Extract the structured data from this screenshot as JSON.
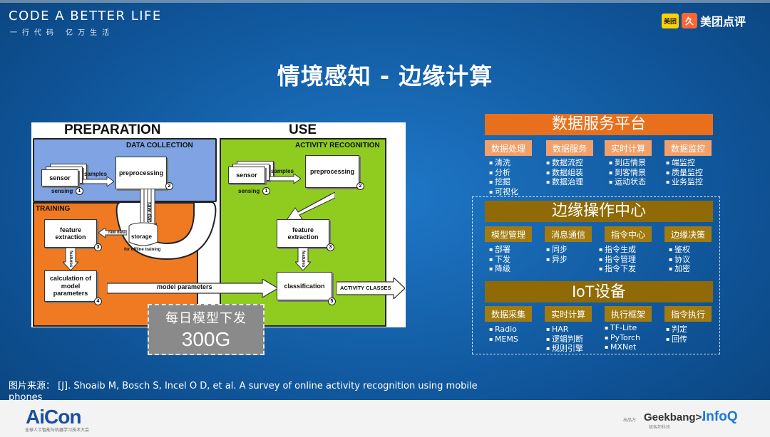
{
  "header": {
    "brand_title": "CODE A BETTER LIFE",
    "brand_sub": "一行代码 亿万生活",
    "logo_badge": "美团",
    "logo_badge2": "久",
    "logo_text": "美团点评"
  },
  "title": "情境感知 - 边缘计算",
  "diagram": {
    "preparation": "PREPARATION",
    "use": "USE",
    "data_collection": "DATA COLLECTION",
    "activity_recognition": "ACTIVITY RECOGNITION",
    "training": "TRAINING",
    "sensor": "sensor",
    "samples": "samples",
    "preprocessing": "preprocessing",
    "sensing": "sensing",
    "raw_data": "raw data",
    "storage": "storage",
    "for_offline": "for offline training",
    "feature_extraction": "feature extraction",
    "features": "features",
    "calculation": "calculation of model parameters",
    "model_parameters": "model parameters",
    "classification": "classification",
    "activity_classes": "ACTIVITY CLASSES",
    "n1": "1",
    "n2": "2",
    "n3": "3",
    "n4": "4",
    "n5": "5"
  },
  "download": {
    "line1": "每日模型下发",
    "line2": "300G"
  },
  "architecture": {
    "platform": "数据服务平台",
    "platform_cats": [
      {
        "label": "数据处理",
        "items": [
          "清洗",
          "分析",
          "挖掘",
          "可视化"
        ]
      },
      {
        "label": "数据服务",
        "items": [
          "数据流控",
          "数据组装",
          "数据治理"
        ]
      },
      {
        "label": "实时计算",
        "items": [
          "到店情景",
          "到客情景",
          "运动状态"
        ]
      },
      {
        "label": "数据监控",
        "items": [
          "端监控",
          "质量监控",
          "业务监控"
        ]
      }
    ],
    "edge": "边缘操作中心",
    "edge_cats": [
      {
        "label": "模型管理",
        "items": [
          "部署",
          "下发",
          "降级"
        ]
      },
      {
        "label": "消息通信",
        "items": [
          "同步",
          "异步"
        ]
      },
      {
        "label": "指令中心",
        "items": [
          "指令生成",
          "指令管理",
          "指令下发"
        ]
      },
      {
        "label": "边缘决策",
        "items": [
          "鉴权",
          "协议",
          "加密"
        ]
      }
    ],
    "iot": "IoT设备",
    "iot_cats": [
      {
        "label": "数据采集",
        "items": [
          "Radio",
          "MEMS"
        ]
      },
      {
        "label": "实时计算",
        "items": [
          "HAR",
          "逻辑判断",
          "规则引擎"
        ]
      },
      {
        "label": "执行框架",
        "items": [
          "TF-Lite",
          "PyTorch",
          "MXNet"
        ]
      },
      {
        "label": "指令执行",
        "items": [
          "判定",
          "回传"
        ]
      }
    ],
    "colors": {
      "orange": "#e8701c",
      "light_orange": "#f1a06a",
      "olive": "#8f6a06",
      "olive_cat": "#a17a10"
    }
  },
  "source": "图片来源： [J]. Shoaib M, Bosch S, Incel O D, et al. A survey of online activity recognition using mobile phones",
  "footer": {
    "aicon": "AiCon",
    "aicon_sub": "全球人工智能与机器学习技术大会",
    "geekbang_pre": "出品方",
    "geekbang": "Geekbang>.",
    "geekbang_sub": "极客邦科技",
    "infoq": "InfoQ"
  }
}
